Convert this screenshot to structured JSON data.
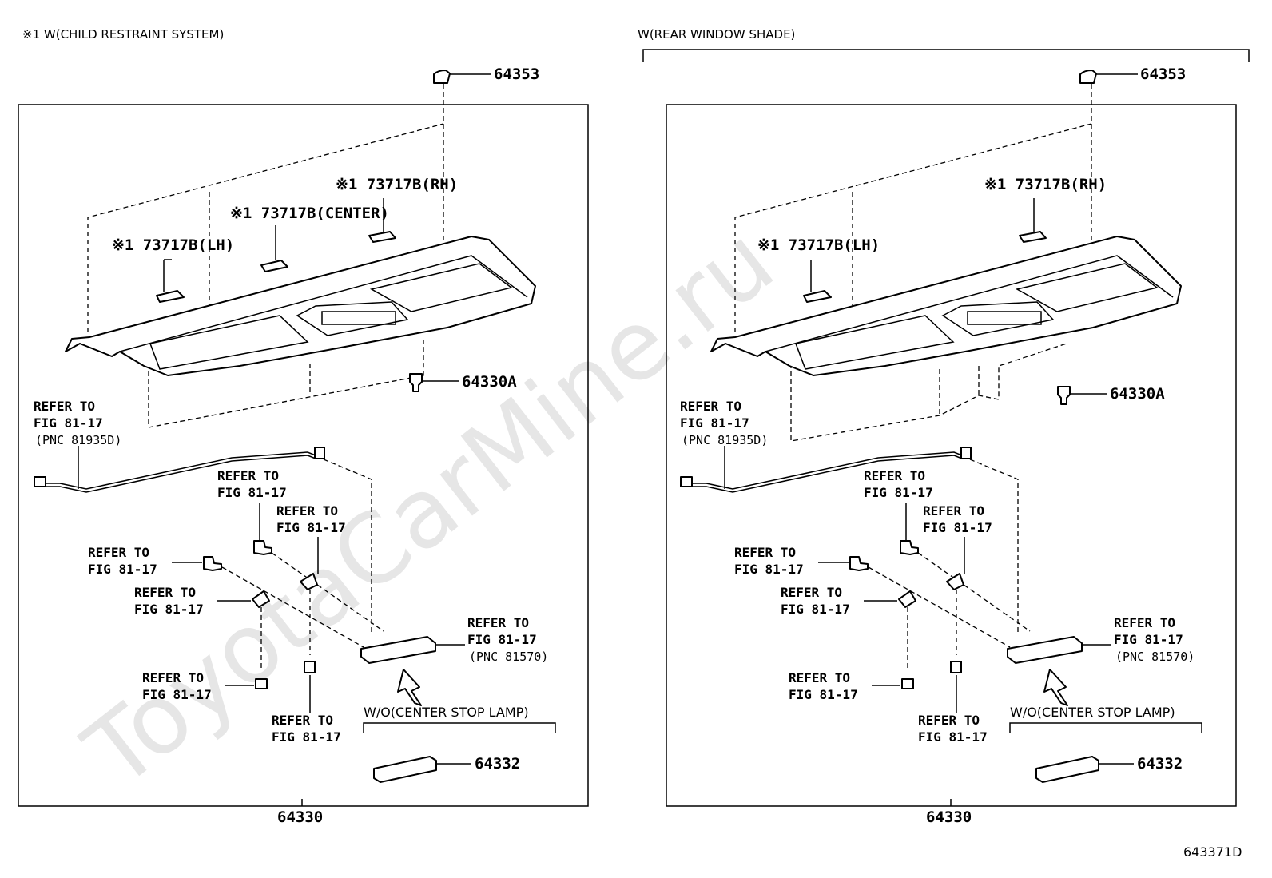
{
  "watermark": "ToyotaCarMine.ru",
  "left": {
    "header": "※1 W(CHILD RESTRAINT SYSTEM)",
    "top_part": "64353",
    "bottom_part": "64330",
    "trim_rh": "※1 73717B(RH)",
    "trim_center": "※1 73717B(CENTER)",
    "trim_lh": "※1 73717B(LH)",
    "clip": "64330A",
    "refer_harness": [
      "REFER TO",
      "FIG 81-17",
      "(PNC 81935D)"
    ],
    "refer_a": [
      "REFER TO",
      "FIG 81-17"
    ],
    "refer_b": [
      "REFER TO",
      "FIG 81-17"
    ],
    "refer_c": [
      "REFER TO",
      "FIG 81-17"
    ],
    "refer_d": [
      "REFER TO",
      "FIG 81-17"
    ],
    "refer_e": [
      "REFER TO",
      "FIG 81-17"
    ],
    "refer_f": [
      "REFER TO",
      "FIG 81-17"
    ],
    "refer_lamp": [
      "REFER TO",
      "FIG 81-17",
      "(PNC 81570)"
    ],
    "wo_label": "W/O(CENTER STOP LAMP)",
    "cover": "64332"
  },
  "right": {
    "header": "W(REAR WINDOW SHADE)",
    "top_part": "64353",
    "bottom_part": "64330",
    "trim_rh": "※1 73717B(RH)",
    "trim_lh": "※1 73717B(LH)",
    "clip": "64330A",
    "refer_harness": [
      "REFER TO",
      "FIG 81-17",
      "(PNC 81935D)"
    ],
    "refer_a": [
      "REFER TO",
      "FIG 81-17"
    ],
    "refer_b": [
      "REFER TO",
      "FIG 81-17"
    ],
    "refer_c": [
      "REFER TO",
      "FIG 81-17"
    ],
    "refer_d": [
      "REFER TO",
      "FIG 81-17"
    ],
    "refer_e": [
      "REFER TO",
      "FIG 81-17"
    ],
    "refer_f": [
      "REFER TO",
      "FIG 81-17"
    ],
    "refer_lamp": [
      "REFER TO",
      "FIG 81-17",
      "(PNC 81570)"
    ],
    "wo_label": "W/O(CENTER STOP LAMP)",
    "cover": "64332"
  },
  "footer_code": "643371D"
}
